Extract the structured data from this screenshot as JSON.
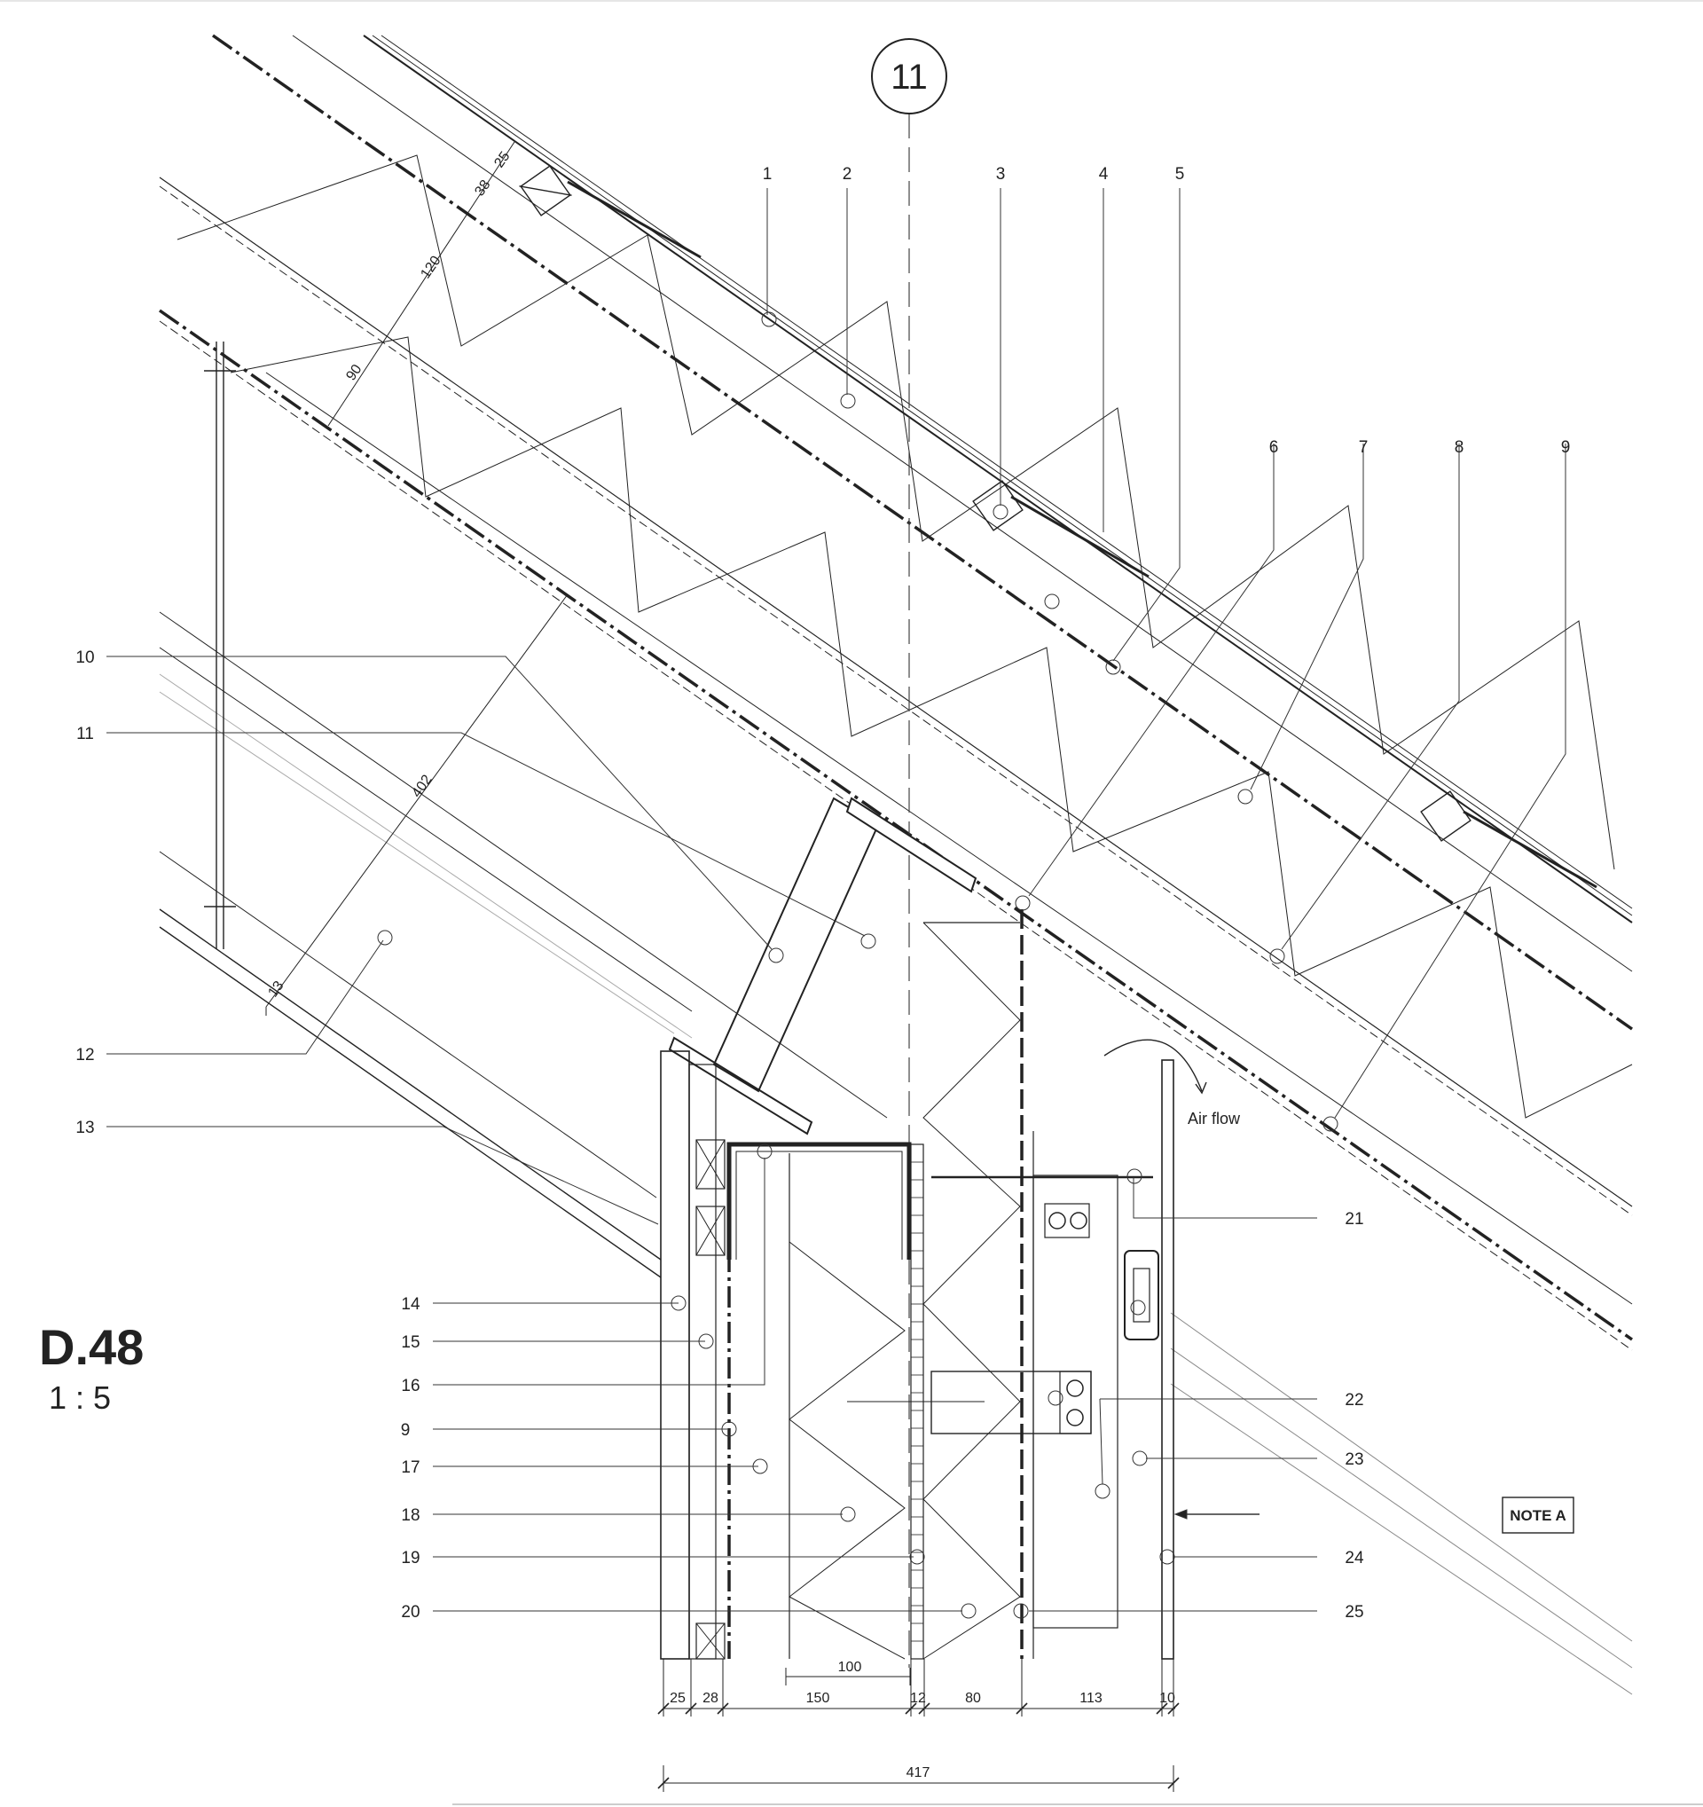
{
  "detail": {
    "title": "D.48",
    "scale": "1 : 5",
    "grid_ref": "11"
  },
  "callouts": {
    "top": [
      "1",
      "2",
      "3",
      "4",
      "5",
      "6",
      "7",
      "8",
      "9"
    ],
    "left_upper": [
      "10",
      "11",
      "12",
      "13"
    ],
    "left_lower": [
      "14",
      "15",
      "16",
      "9",
      "17",
      "18",
      "19",
      "20"
    ],
    "right": [
      "21",
      "22",
      "23",
      "24",
      "25"
    ]
  },
  "dimensions": {
    "slope": [
      "25",
      "38",
      "120",
      "90",
      "402",
      "13"
    ],
    "bottom_inner": "100",
    "bottom_chain": [
      "25",
      "28",
      "150",
      "12",
      "80",
      "113",
      "10"
    ],
    "overall": "417"
  },
  "annotations": {
    "air_flow": "Air flow",
    "note": "NOTE A"
  }
}
